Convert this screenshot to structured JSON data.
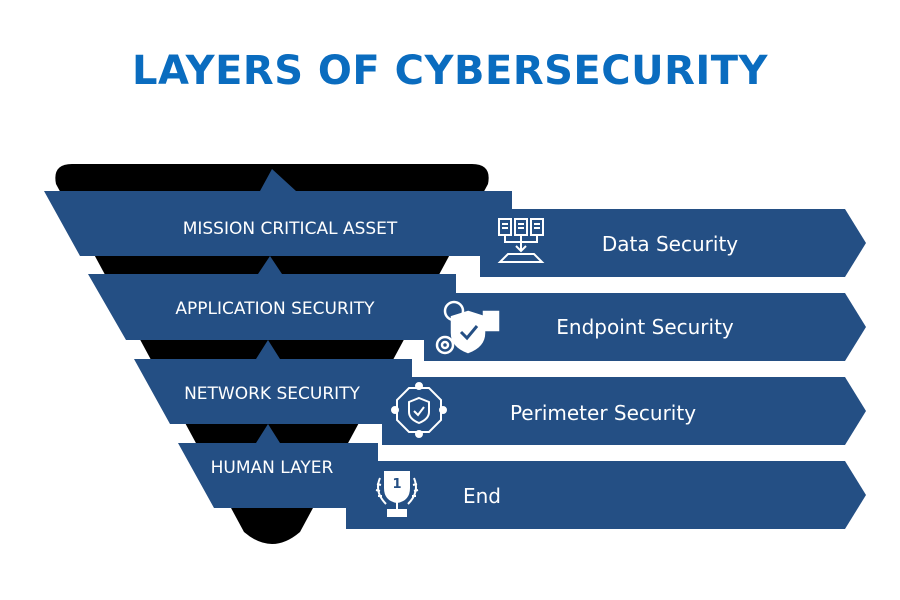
{
  "title": "LAYERS OF CYBERSECURITY",
  "colors": {
    "title": "#0a6cbf",
    "panel": "#244f84",
    "funnel": "#000000",
    "text": "#ffffff"
  },
  "layers": [
    {
      "label": "MISSION CRITICAL ASSET",
      "security": "Data Security",
      "icon": "data-files-download-icon"
    },
    {
      "label": "APPLICATION SECURITY",
      "security": "Endpoint Security",
      "icon": "shield-gear-magnifier-icon"
    },
    {
      "label": "NETWORK SECURITY",
      "security": "Perimeter Security",
      "icon": "shield-network-nodes-icon"
    },
    {
      "label": "HUMAN LAYER",
      "security": "End",
      "icon": "trophy-laurel-icon"
    }
  ],
  "icon_glyphs": {
    "trophy_number": "1"
  }
}
